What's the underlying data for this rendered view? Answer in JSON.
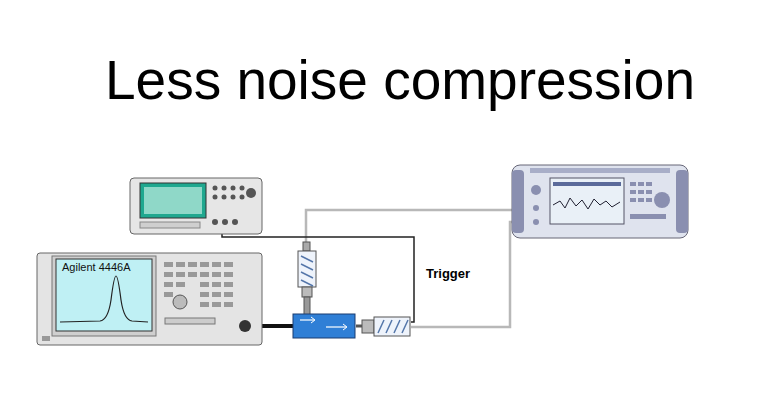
{
  "diagram": {
    "title": "Less noise compression",
    "nodes": [
      {
        "text": [
          "Agilent 4446A"
        ]
      }
    ],
    "labels": [
      "Trigger"
    ]
  }
}
